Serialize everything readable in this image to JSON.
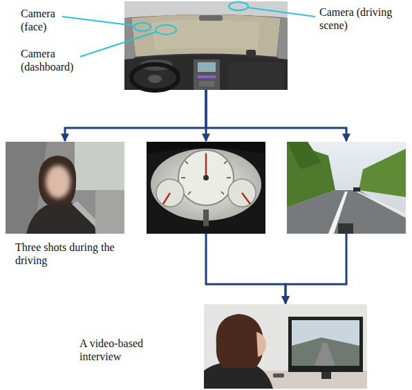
{
  "diagram": {
    "nodes": [
      {
        "text": []
      },
      {
        "text": []
      },
      {
        "text": []
      },
      {
        "text": []
      },
      {
        "text": [
          "A video-based interview"
        ]
      }
    ],
    "edges": [
      {
        "from": 0,
        "to": 1,
        "arrow": "to"
      },
      {
        "from": 0,
        "to": 2,
        "arrow": "to"
      },
      {
        "from": 0,
        "to": 3,
        "arrow": "to"
      },
      {
        "from": 2,
        "to": 4,
        "arrow": "to"
      },
      {
        "from": 3,
        "to": 4,
        "arrow": "to"
      }
    ],
    "labels": [
      "Camera (face)",
      "Camera (dashboard)",
      "Camera (driving scene)",
      "Three shots during the driving"
    ]
  }
}
